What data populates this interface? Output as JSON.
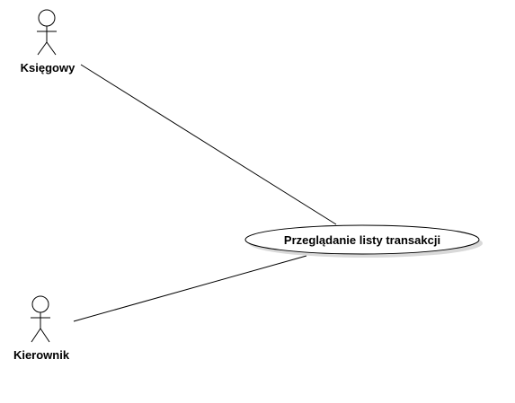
{
  "diagram": {
    "actors": [
      {
        "id": "ksiegowy",
        "label": "Księgowy"
      },
      {
        "id": "kierownik",
        "label": "Kierownik"
      }
    ],
    "use_cases": [
      {
        "id": "przegladanie",
        "label": "Przeglądanie listy transakcji"
      }
    ],
    "associations": [
      {
        "from": "ksiegowy",
        "to": "przegladanie"
      },
      {
        "from": "kierownik",
        "to": "przegladanie"
      }
    ],
    "colors": {
      "stroke": "#000000",
      "fill": "#ffffff",
      "shadow": "#d9d9d9"
    }
  }
}
